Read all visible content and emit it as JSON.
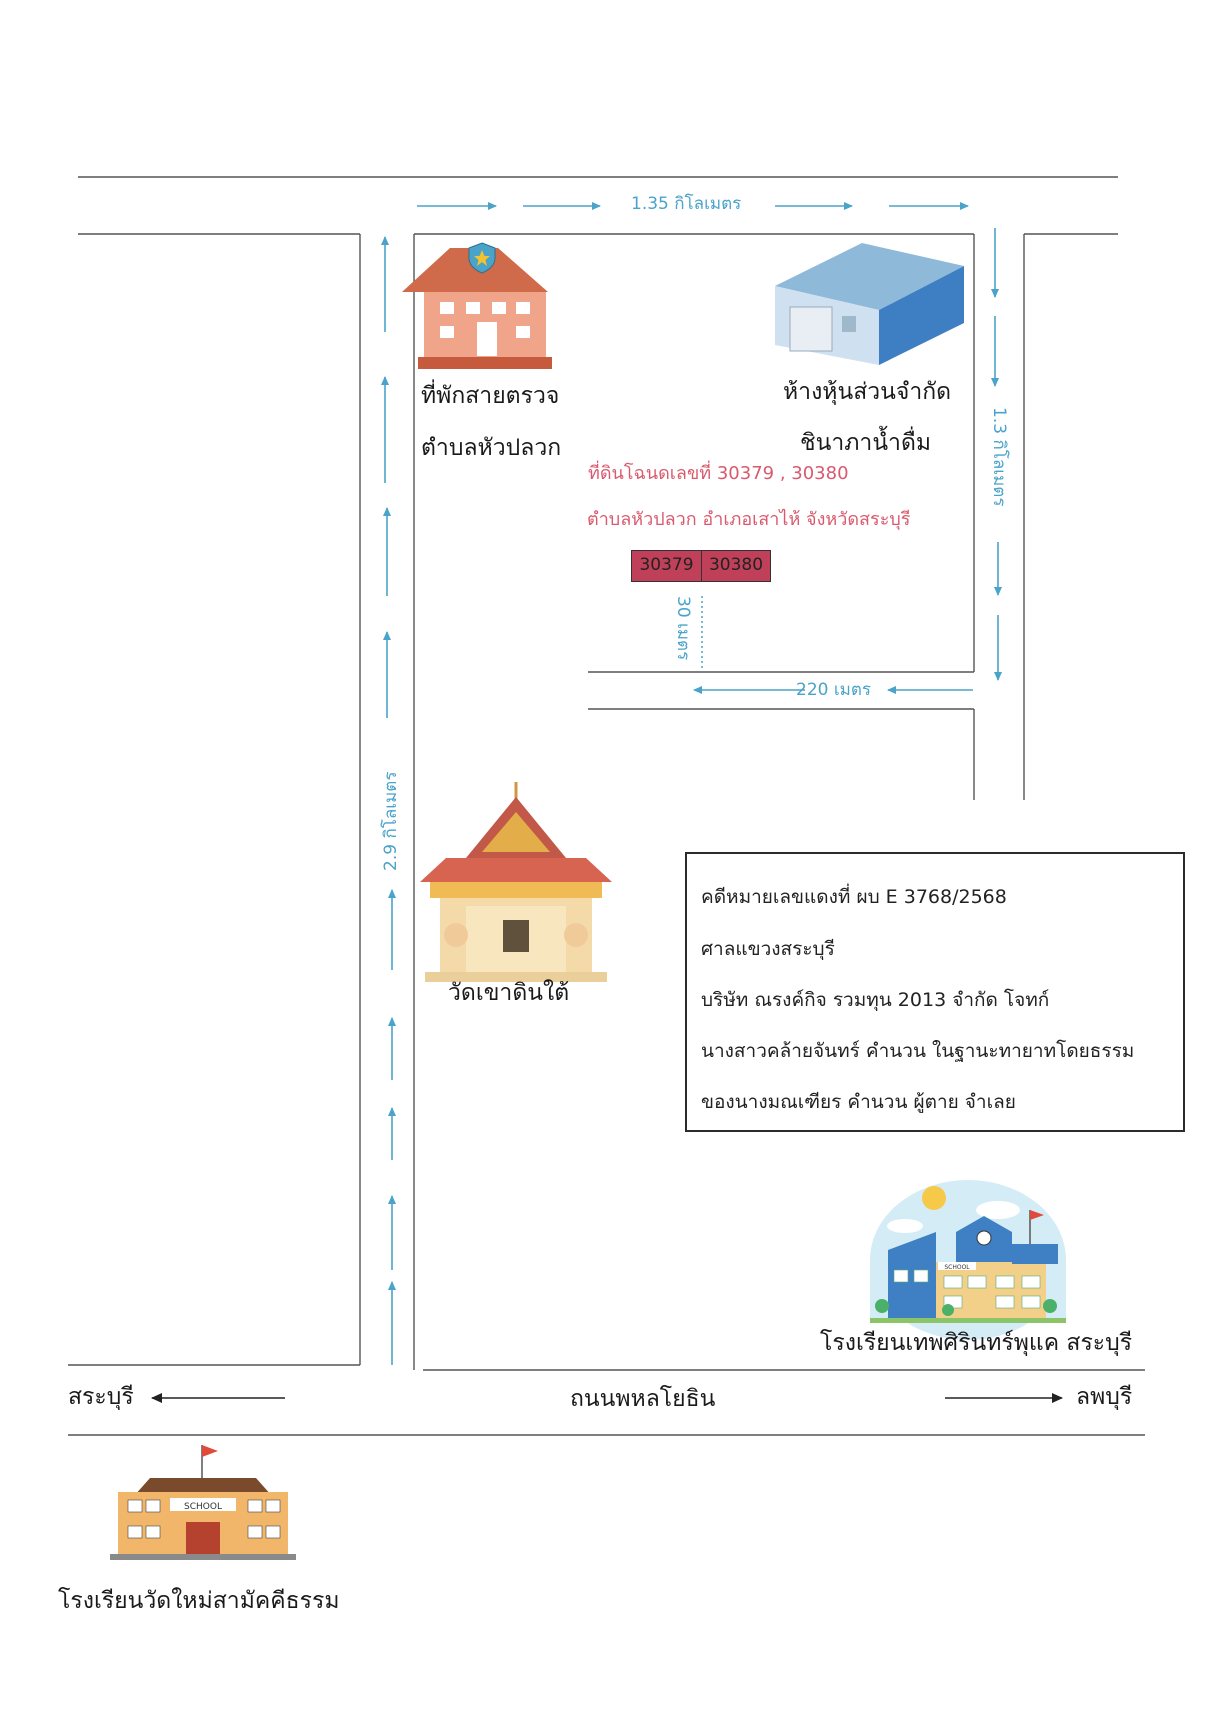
{
  "distances": {
    "top": "1.35 กิโลเมตร",
    "right": "1.3 กิโลเมตร",
    "left": "2.9 กิโลเมตร",
    "bottom_inner": "220 เมตร",
    "plot_offset": "30 เมตร"
  },
  "places": {
    "police_line1": "ที่พักสายตรวจ",
    "police_line2": "ตำบลหัวปลวก",
    "factory_line1": "ห้างหุ้นส่วนจำกัด",
    "factory_line2": "ชินาภาน้ำดื่ม",
    "temple": "วัดเขาดินใต้",
    "school_right": "โรงเรียนเทพศิรินทร์พุแค สระบุรี",
    "school_bottom": "โรงเรียนวัดใหม่สามัคคีธรรม"
  },
  "plot": {
    "line1": "ที่ดินโฉนดเลขที่  30379 , 30380",
    "line2": "ตำบลหัวปลวก  อำเภอเสาไห้  จังหวัดสระบุรี",
    "deeds": [
      "30379",
      "30380"
    ],
    "color": "#c0405a"
  },
  "road": {
    "name": "ถนนพหลโยธิน",
    "left_dest": "สระบุรี",
    "right_dest": "ลพบุรี"
  },
  "case_box": {
    "lines": [
      "คดีหมายเลขแดงที่ ผบ E 3768/2568",
      "ศาลแขวงสระบุรี",
      "บริษัท ณรงค์กิจ รวมทุน 2013 จำกัด  โจทก์",
      "นางสาวคล้ายจันทร์ คำนวน ในฐานะทายาทโดยธรรม",
      "ของนางมณเฑียร คำนวน ผู้ตาย  จำเลย"
    ]
  },
  "colors": {
    "road_line": "#555555",
    "arrow": "#4aa3c9",
    "label_red": "#d95a6e"
  },
  "school_sign": "SCHOOL"
}
